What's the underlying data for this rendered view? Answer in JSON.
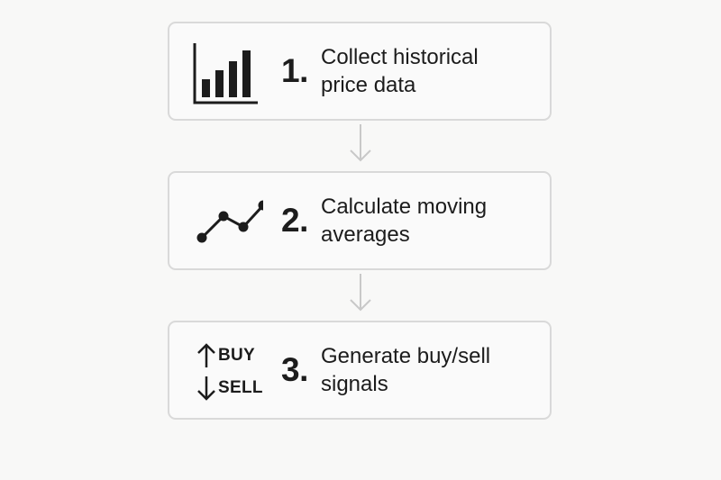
{
  "steps": [
    {
      "number": "1.",
      "lines": [
        "Collect historical",
        "price data"
      ],
      "icon": "bar-chart-icon"
    },
    {
      "number": "2.",
      "lines": [
        "Calculate moving",
        "averages"
      ],
      "icon": "line-chart-icon"
    },
    {
      "number": "3.",
      "lines": [
        "Generate buy/sell",
        "signals"
      ],
      "icon": "buy-sell-icon"
    }
  ],
  "signals": {
    "buy": "BUY",
    "sell": "SELL"
  },
  "colors": {
    "background": "#f8f8f7",
    "border": "#d9d9d9",
    "text": "#1c1c1c",
    "connector": "#c8c8c8"
  }
}
